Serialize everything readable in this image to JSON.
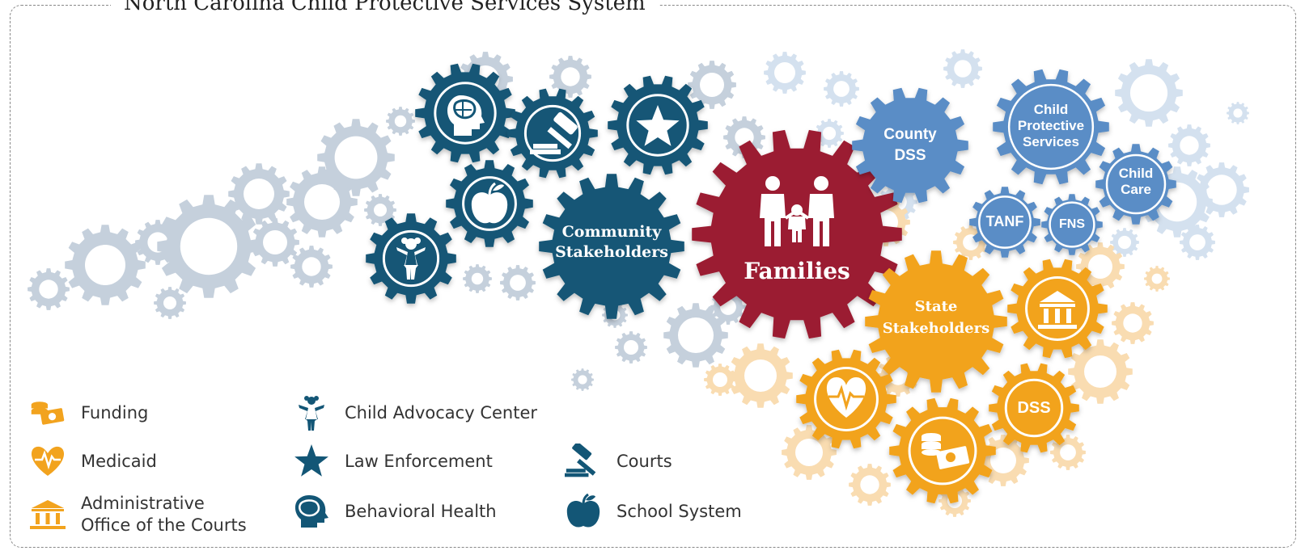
{
  "title": "North Carolina Child Protective Services System",
  "center": {
    "label": "Families"
  },
  "groups": {
    "community": {
      "label_line1": "Community",
      "label_line2": "Stakeholders",
      "color": "#135676"
    },
    "county": {
      "label_line1": "County",
      "label_line2": "DSS",
      "color": "#5a8dc6"
    },
    "state": {
      "label_line1": "State",
      "label_line2": "Stakeholders",
      "color": "#f2a31e"
    },
    "families": {
      "color": "#9b1b30"
    }
  },
  "county_services": {
    "cps": [
      "Child",
      "Protective",
      "Services"
    ],
    "child_care": [
      "Child",
      "Care"
    ],
    "tanf": "TANF",
    "fns": "FNS"
  },
  "state_services": {
    "dss": "DSS"
  },
  "legend": {
    "funding": "Funding",
    "medicaid": "Medicaid",
    "aoc_line1": "Administrative",
    "aoc_line2": "Office of the Courts",
    "cac": "Child Advocacy Center",
    "law": "Law Enforcement",
    "behavioral": "Behavioral Health",
    "courts": "Courts",
    "school": "School System"
  },
  "icons": [
    "money-icon",
    "heart-pulse-icon",
    "courthouse-icon",
    "child-icon",
    "star-badge-icon",
    "brain-head-icon",
    "gavel-icon",
    "apple-icon",
    "family-icon"
  ]
}
